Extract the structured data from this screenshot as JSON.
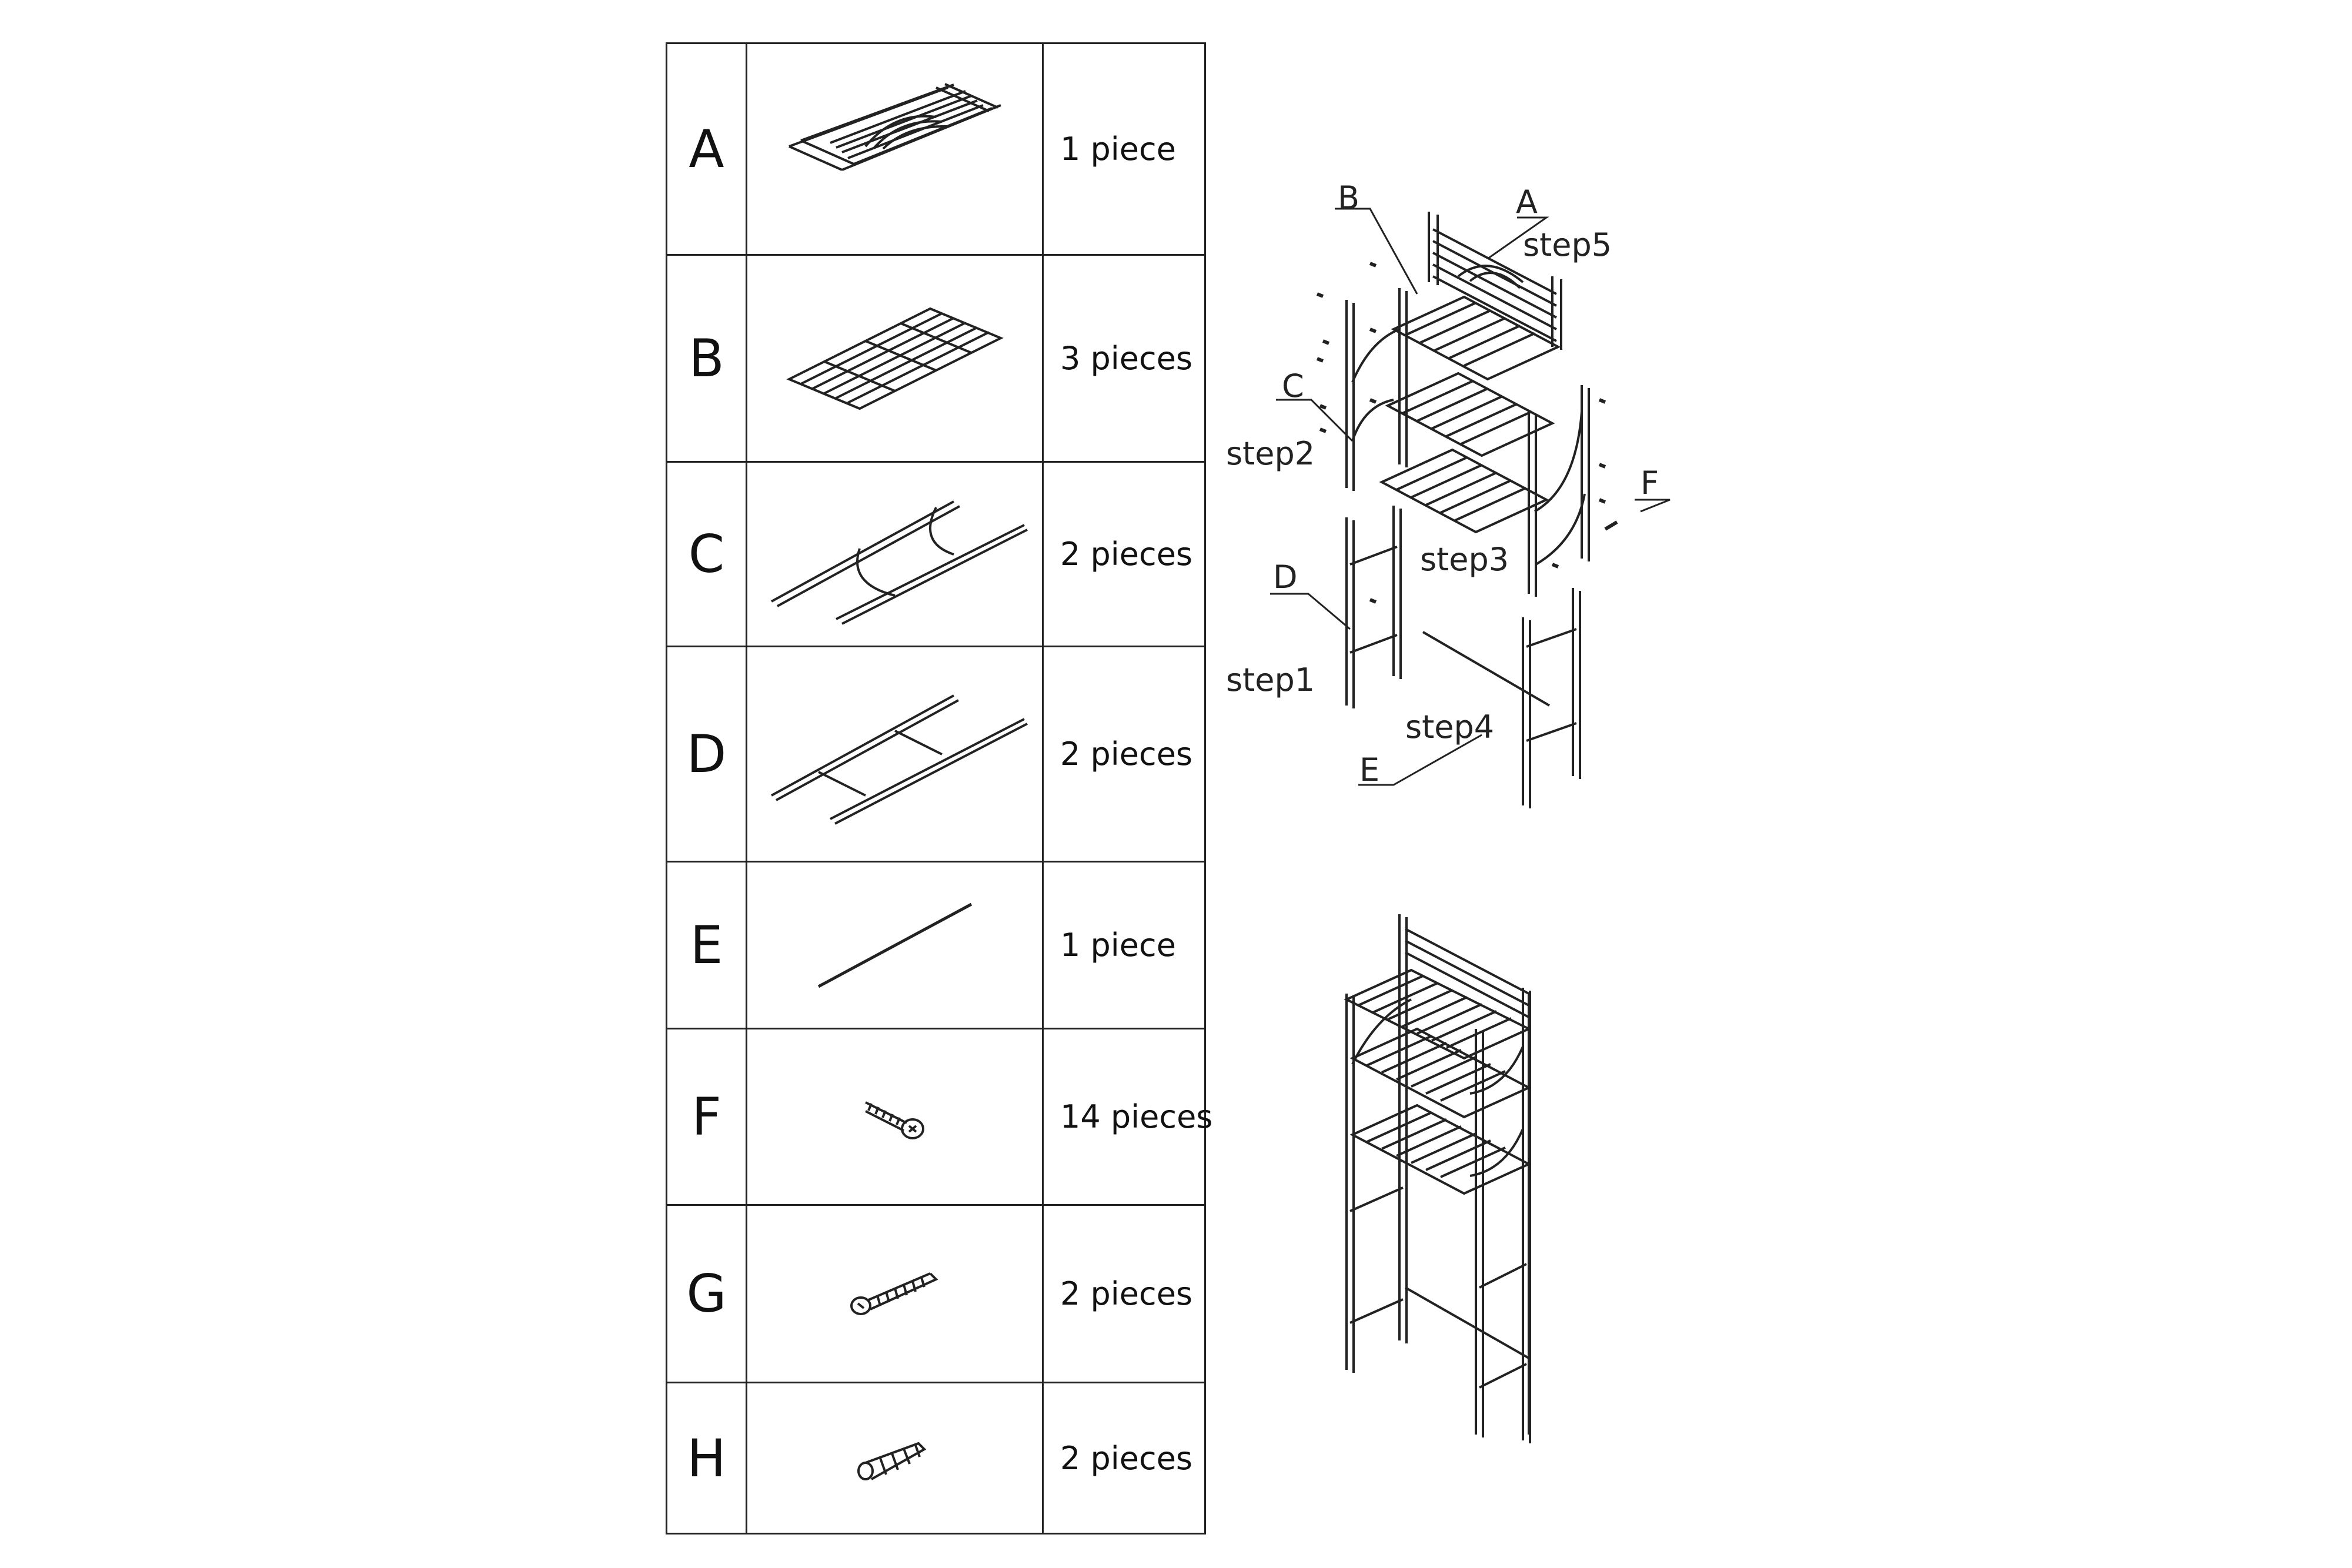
{
  "parts": [
    {
      "letter": "A",
      "quantity": "1 piece",
      "icon": "back-panel-icon"
    },
    {
      "letter": "B",
      "quantity": "3 pieces",
      "icon": "shelf-icon"
    },
    {
      "letter": "C",
      "quantity": "2 pieces",
      "icon": "upper-side-frame-icon"
    },
    {
      "letter": "D",
      "quantity": "2 pieces",
      "icon": "lower-side-frame-icon"
    },
    {
      "letter": "E",
      "quantity": "1 piece",
      "icon": "cross-bar-icon"
    },
    {
      "letter": "F",
      "quantity": "14 pieces",
      "icon": "machine-screw-icon"
    },
    {
      "letter": "G",
      "quantity": "2 pieces",
      "icon": "wood-screw-icon"
    },
    {
      "letter": "H",
      "quantity": "2 pieces",
      "icon": "wall-anchor-icon"
    }
  ],
  "exploded_view": {
    "labels": {
      "A": "A",
      "B": "B",
      "C": "C",
      "D": "D",
      "E": "E",
      "F": "F"
    },
    "steps": {
      "step1": "step1",
      "step2": "step2",
      "step3": "step3",
      "step4": "step4",
      "step5": "step5"
    }
  },
  "assembled_view": {
    "icon": "assembled-shelf-icon"
  }
}
